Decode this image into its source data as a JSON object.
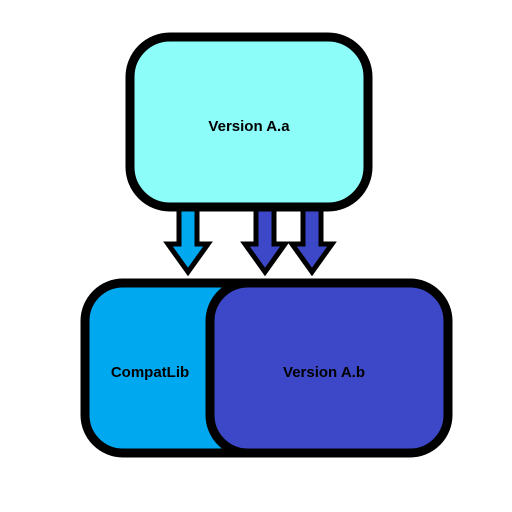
{
  "nodes": {
    "version_a_a": {
      "label": "Version A.a",
      "color": "#8CFDF8"
    },
    "compatlib": {
      "label": "CompatLib",
      "color": "#00A8F0"
    },
    "version_a_b": {
      "label": "Version A.b",
      "color": "#3D48C8"
    }
  },
  "arrows": {
    "to_compatlib_color": "#00A8F0",
    "to_version_a_b_color": "#3D48C8"
  },
  "colors": {
    "outline": "#000000",
    "background": "#FFFFFF"
  }
}
